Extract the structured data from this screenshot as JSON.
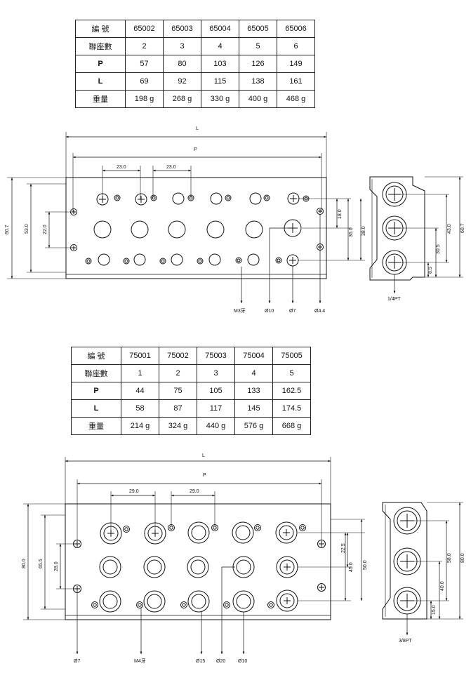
{
  "table1": {
    "headers": [
      "編 號",
      "65002",
      "65003",
      "65004",
      "65005",
      "65006"
    ],
    "rows": [
      [
        "聯座數",
        "2",
        "3",
        "4",
        "5",
        "6"
      ],
      [
        "P",
        "57",
        "80",
        "103",
        "126",
        "149"
      ],
      [
        "L",
        "69",
        "92",
        "115",
        "138",
        "161"
      ],
      [
        "重量",
        "198 g",
        "268 g",
        "330 g",
        "400 g",
        "468 g"
      ]
    ]
  },
  "table2": {
    "headers": [
      "編 號",
      "75001",
      "75002",
      "75003",
      "75004",
      "75005"
    ],
    "rows": [
      [
        "聯座數",
        "1",
        "2",
        "3",
        "4",
        "5"
      ],
      [
        "P",
        "44",
        "75",
        "105",
        "133",
        "162.5"
      ],
      [
        "L",
        "58",
        "87",
        "117",
        "145",
        "174.5"
      ],
      [
        "重量",
        "214 g",
        "324 g",
        "440 g",
        "576 g",
        "668 g"
      ]
    ]
  },
  "drawing1": {
    "L": "L",
    "P": "P",
    "pitch1": "23.0",
    "pitch2": "23.0",
    "h_outer": "60.7",
    "h_mid": "53.0",
    "h_inner": "22.0",
    "d18": "18.0",
    "d36": "36.0",
    "d38": "38.0",
    "m3": "M3牙",
    "phi10": "Ø10",
    "phi7": "Ø7",
    "phi44": "Ø4.4",
    "side_43": "43.0",
    "side_607": "60.7",
    "side_305": "30.5",
    "side_85": "8.5",
    "port": "1/4PT"
  },
  "drawing2": {
    "L": "L",
    "P": "P",
    "pitch1": "29.0",
    "pitch2": "29.0",
    "h_outer": "80.0",
    "h_mid": "65.5",
    "h_inner": "28.0",
    "d225": "22.5",
    "d45": "45.0",
    "d50": "50.0",
    "phi7": "Ø7",
    "m4": "M4牙",
    "phi15": "Ø15",
    "phi20": "Ø20",
    "phi10": "Ø10",
    "side_58": "58.0",
    "side_80": "80.0",
    "side_40": "40.0",
    "side_15": "15.0",
    "port": "3/8PT"
  }
}
